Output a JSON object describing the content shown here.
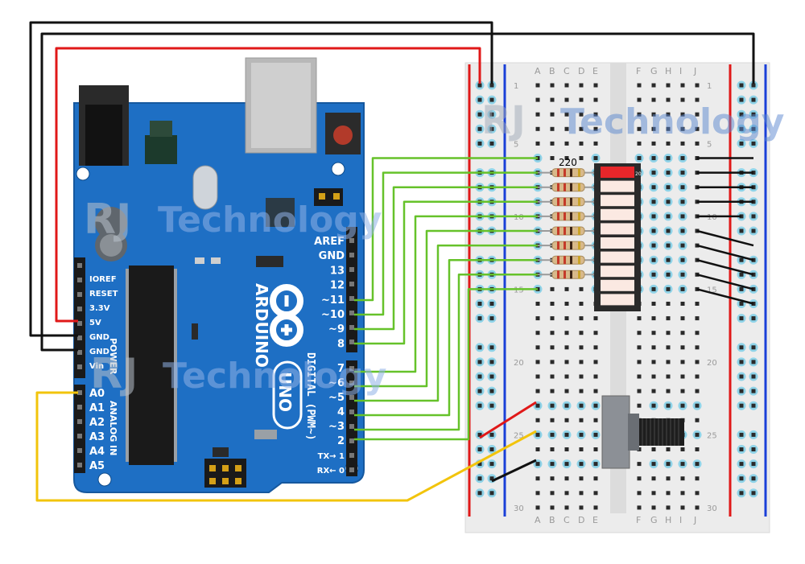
{
  "watermark": {
    "brand": "RJ",
    "word": "Technology"
  },
  "board": {
    "name": "ARDUINO",
    "model": "UNO",
    "power_section": "POWER",
    "analog_section": "ANALOG IN",
    "digital_section": "DIGITAL (PWM~)",
    "power_pins": [
      "IOREF",
      "RESET",
      "3.3V",
      "5V",
      "GND",
      "GND",
      "Vin"
    ],
    "analog_pins": [
      "A0",
      "A1",
      "A2",
      "A3",
      "A4",
      "A5"
    ],
    "digital_top_pins": [
      "AREF",
      "GND",
      "13",
      "12",
      "~11",
      "~10",
      "~9",
      "8"
    ],
    "digital_bottom_pins": [
      "7",
      "~6",
      "~5",
      "4",
      "~3",
      "2",
      "TX→ 1",
      "RX← 0"
    ]
  },
  "breadboard": {
    "columns_left": [
      "A",
      "B",
      "C",
      "D",
      "E"
    ],
    "columns_right": [
      "F",
      "G",
      "H",
      "I",
      "J"
    ],
    "row_numbers": [
      "1",
      "5",
      "10",
      "15",
      "20",
      "25",
      "30"
    ]
  },
  "resistor": {
    "label": "220",
    "count": 8
  },
  "led_bar": {
    "count": 10,
    "lit": 1,
    "pin_label": "20"
  },
  "colors": {
    "board": "#1e6fc4",
    "wire_black": "#111111",
    "wire_red": "#e01818",
    "wire_green": "#66c22a",
    "wire_yellow": "#f2c40c",
    "rail_red": "#e01818",
    "rail_blue": "#1a3fd8",
    "breadboard": "#ececec"
  }
}
